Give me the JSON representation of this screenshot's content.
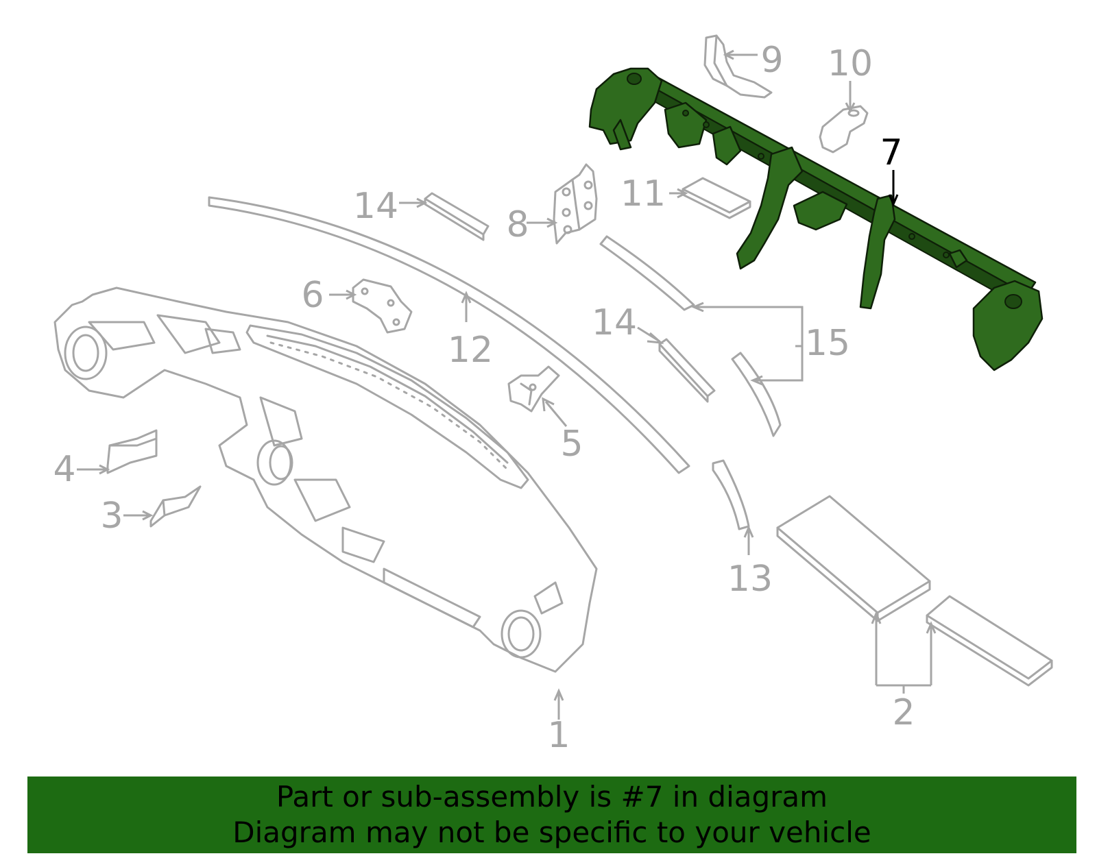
{
  "colors": {
    "highlight_part": "#2f6b1e",
    "banner": "#1d6b12",
    "line_art": "#a6a6a6",
    "active_label": "#000000",
    "background": "#ffffff"
  },
  "callouts": {
    "c1": "1",
    "c2": "2",
    "c3": "3",
    "c4": "4",
    "c5": "5",
    "c6": "6",
    "c7": "7",
    "c8": "8",
    "c9": "9",
    "c10": "10",
    "c11": "11",
    "c12": "12",
    "c13": "13",
    "c14a": "14",
    "c14b": "14",
    "c15": "15"
  },
  "highlighted_callout": "7",
  "banner": {
    "line1": "Part or sub-assembly is #7 in diagram",
    "line2": "Diagram may not be specific to your vehicle"
  }
}
